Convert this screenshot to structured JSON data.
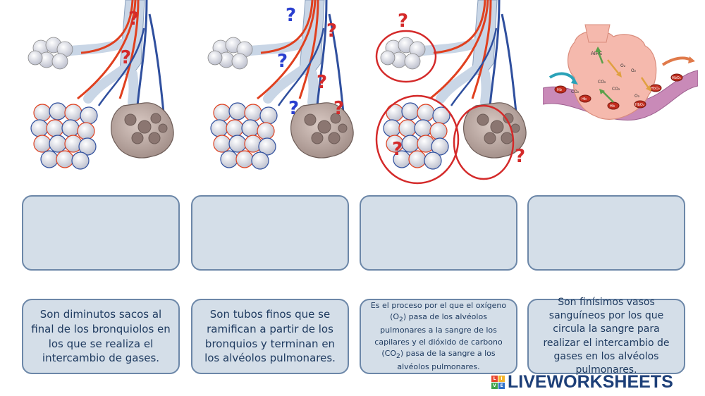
{
  "descriptions": {
    "card1": "Son diminutos sacos al final de los bronquiolos en los que se realiza el intercambio de gases.",
    "card2": "Son tubos finos que se ramifican a partir de los bronquios y terminan en los alvéolos pulmonares.",
    "card3_part1": "Es el proceso por el que el oxígeno (O",
    "card3_sub1": "2",
    "card3_part2": ") pasa de los alvéolos pulmonares a la sangre de los capilares y el dióxido de carbono (CO",
    "card3_sub2": "2",
    "card3_part3": ") pasa de la sangre a los alvéolos pulmonares.",
    "card4": "Son finísimos vasos sanguíneos por los que circula la sangre para realizar el intercambio de gases en los alvéolos pulmonares."
  },
  "question_mark": "?",
  "gas_exchange_labels": {
    "air": "AIRE",
    "o2": "O₂",
    "co2": "CO₂",
    "hb": "Hb",
    "hbo2": "HbO₂"
  },
  "brand": {
    "text": "LIVEWORKSHEETS",
    "logo_letters": [
      "L",
      "I",
      "V",
      "E"
    ]
  },
  "colors": {
    "card_fill": "#d4dee8",
    "card_border": "#6c87a8",
    "text": "#1f3b60",
    "artery": "#e0401f",
    "vein": "#2f4f9e",
    "question": "#d42a2a",
    "question_blue": "#2a3fcf",
    "highlight_ring": "#d42a2a"
  }
}
